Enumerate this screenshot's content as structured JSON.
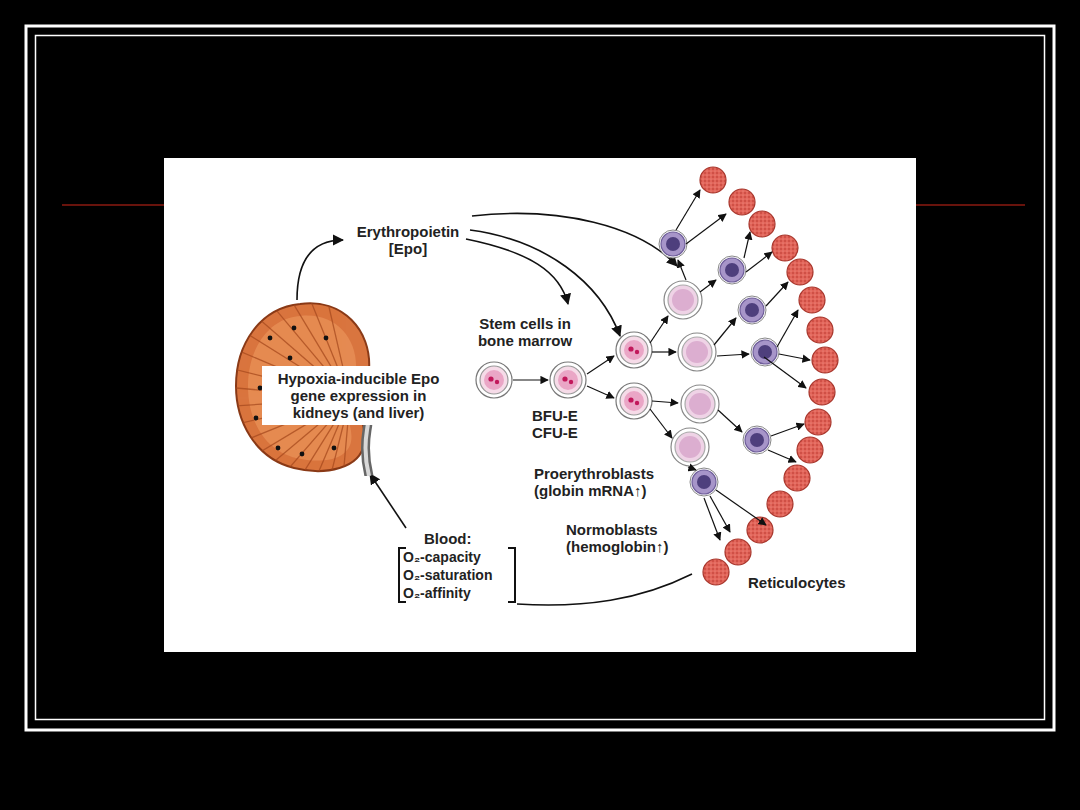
{
  "diagram": {
    "nodes": [
      {
        "text": [
          "Hypoxia-inducible Epo gene expression in kidneys (and liver)"
        ]
      },
      {
        "text": [
          "Erythropoietin [Epo]"
        ]
      },
      {
        "text": [
          "Blood:",
          "O₂-capacity",
          "O₂-saturation",
          "O₂-affinity"
        ]
      }
    ],
    "edges": [
      {
        "from": 0,
        "to": 1,
        "arrow": "to"
      },
      {
        "from": 2,
        "to": 0,
        "arrow": "to"
      }
    ],
    "labels": [
      "Stem cells in bone marrow",
      "BFU-E",
      "CFU-E",
      "Proerythroblasts",
      "(globin mRNA↑)",
      "Normoblasts",
      "(hemoglobin↑)",
      "Reticulocytes"
    ]
  }
}
